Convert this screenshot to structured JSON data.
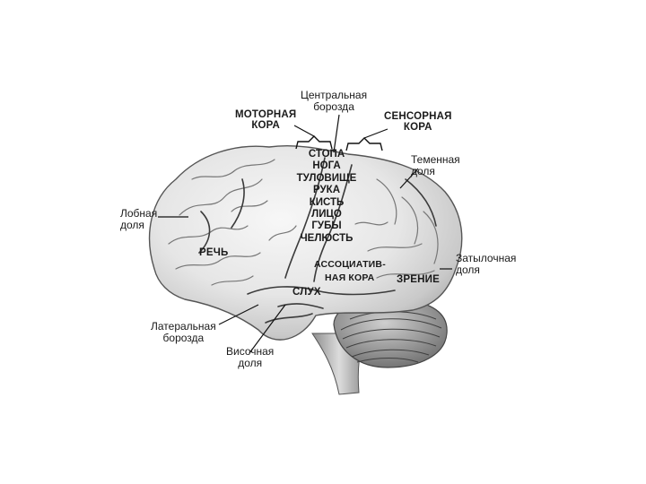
{
  "labels": {
    "central_sulcus": [
      "Центральная",
      "борозда"
    ],
    "motor_cortex": [
      "МОТОРНАЯ",
      "КОРА"
    ],
    "sensory_cortex": [
      "СЕНСОРНАЯ",
      "КОРА"
    ],
    "parietal_lobe": [
      "Теменная",
      "доля"
    ],
    "frontal_lobe": [
      "Лобная",
      "доля"
    ],
    "occipital_lobe": [
      "Затылочная",
      "доля"
    ],
    "speech": "РЕЧЬ",
    "association_cortex": [
      "АССОЦИАТИВ-",
      "НАЯ КОРА"
    ],
    "vision": "ЗРЕНИЕ",
    "hearing": "СЛУХ",
    "lateral_sulcus": [
      "Латеральная",
      "борозда"
    ],
    "temporal_lobe": [
      "Височная",
      "доля"
    ],
    "body_map": [
      "СТОПА",
      "НОГА",
      "ТУЛОВИЩЕ",
      "РУКА",
      "КИСТЬ",
      "ЛИЦО",
      "ГУБЫ",
      "ЧЕЛЮСТЬ"
    ]
  }
}
